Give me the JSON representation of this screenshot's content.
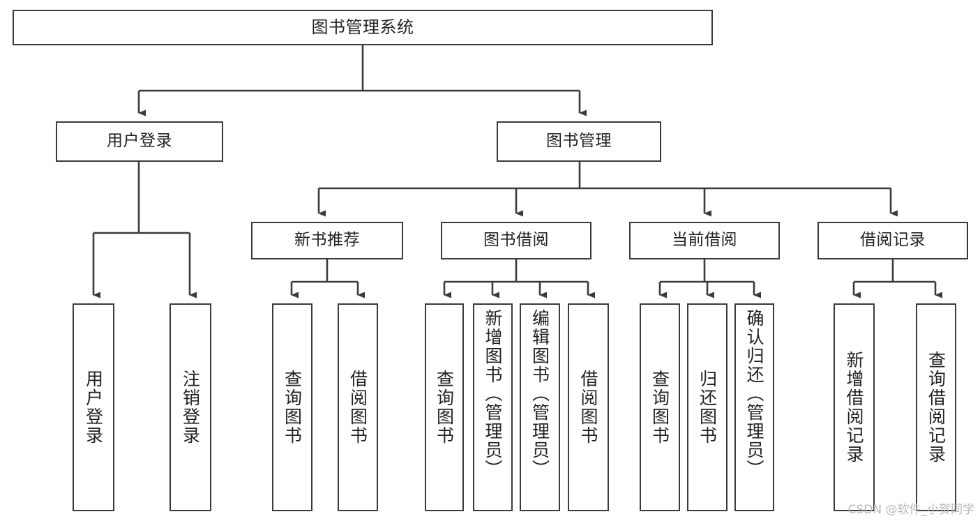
{
  "diagram": {
    "title": "图书管理系统",
    "type": "功能结构图",
    "watermark": "CSDN @软件_小贺同学",
    "colors": {
      "box_border": "#3a3a3a",
      "box_fill": "#ffffff",
      "edge": "#3a3a3a",
      "text": "#222222",
      "watermark": "#b8b8b8",
      "background": "#ffffff"
    },
    "nodes": {
      "root": {
        "label": "图书管理系统"
      },
      "level1": [
        {
          "label": "用户登录"
        },
        {
          "label": "图书管理"
        }
      ],
      "level2": [
        {
          "label": "新书推荐"
        },
        {
          "label": "图书借阅"
        },
        {
          "label": "当前借阅"
        },
        {
          "label": "借阅记录"
        }
      ],
      "leaves": {
        "user_login": [
          {
            "label": "用户登录"
          },
          {
            "label": "注销登录"
          }
        ],
        "new_book_recommend": [
          {
            "label": "查询图书"
          },
          {
            "label": "借阅图书"
          }
        ],
        "book_borrow": [
          {
            "label": "查询图书"
          },
          {
            "label": "新增图书（管理员）"
          },
          {
            "label": "编辑图书（管理员）"
          },
          {
            "label": "借阅图书"
          }
        ],
        "current_borrow": [
          {
            "label": "查询图书"
          },
          {
            "label": "归还图书"
          },
          {
            "label": "确认归还（管理员）"
          }
        ],
        "borrow_record": [
          {
            "label": "新增借阅记录"
          },
          {
            "label": "查询借阅记录"
          }
        ]
      }
    }
  }
}
